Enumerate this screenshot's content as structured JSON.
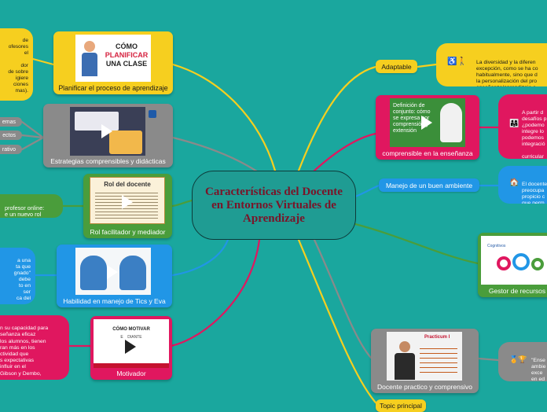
{
  "central": {
    "title": "Características del Docente en Entornos Virtuales de Aprendizaje"
  },
  "left": [
    {
      "label": "Planificar el proceso de aprendizaje",
      "thumb_text": "CÓMO PLANIFICAR UNA CLASE",
      "thumb_line1": "CÓMO",
      "thumb_line2": "PLANIFICAR",
      "thumb_line3": "UNA CLASE"
    },
    {
      "label": "Estrategias comprensibles y didácticas"
    },
    {
      "label": "Rol facilitador y mediador",
      "thumb_title": "Rol del docente"
    },
    {
      "label": "Habilidad en manejo de Tics y Eva"
    },
    {
      "label": "Motivador",
      "thumb_title": "CÓMO MOTIVAR",
      "thumb_sub": "E    DIANTE"
    }
  ],
  "left_bubbles": [
    "de\nofesores\nel\n\ndor\nde sobre\nigiere\nciones\nmas).",
    "profesor online:\ne un nuevo rol",
    "a una\nta que\ngnado\"\ndebe\nto en\nser\nca del",
    "n su capacidad para\nseñanza eficaz\nlos alumnos, tienen\nran más en los\nctividad que\ns expectativas\ninfluir en el\nGibson y Dembo,"
  ],
  "left_tags": [
    "emas",
    "ectos",
    "rativo"
  ],
  "right": [
    {
      "label": "Adaptable"
    },
    {
      "label": "comprensible en la enseñanza",
      "thumb_text": "Definición de conjunto: cómo se expresa por comprensión y extensión"
    },
    {
      "label": "Manejo de un buen ambiente"
    },
    {
      "label": "Gestor de recursos",
      "thumb_title": "Cognitivos"
    },
    {
      "label": "Docente practico y comprensivo",
      "thumb_title": "Practicum I"
    },
    {
      "label": "Topic principal"
    }
  ],
  "right_bubbles": [
    "La diversidad y la diferen\nexcepción, como se ha co\nhabitualmente, sino que d\nla personalización del pro\nenseñanza/aprendizaje e\nimperiosa",
    "A partir d\ndesafíos p\n¿podemo\nintegre lo\npodemos\nintegració\n\ncurricular\nvisión inte",
    "El docente\npreocupa\npropicio c\nque perm\nclima. Eg",
    "\"Ense\nambie\nexce\nen ed\n(TORR"
  ],
  "colors": {
    "background": "#1aa79e",
    "center_text": "#7a1428",
    "yellow": "#f6cf1f",
    "blue": "#2196e6",
    "pink": "#e0175f",
    "green": "#4a9d3b",
    "gray": "#8a8a8a"
  }
}
